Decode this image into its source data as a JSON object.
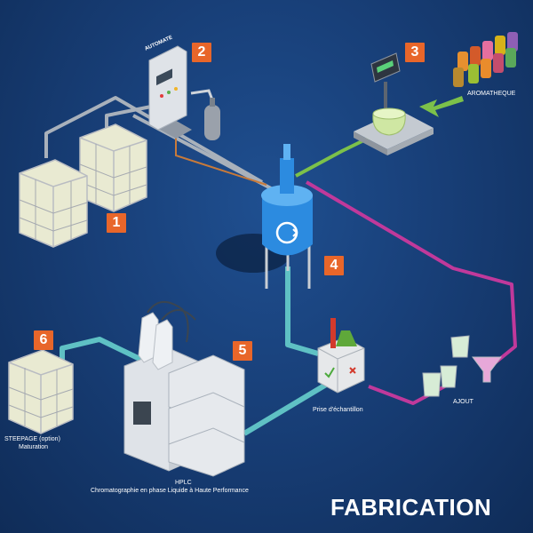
{
  "diagram": {
    "title": "FABRICATION",
    "steps": [
      {
        "number": "1"
      },
      {
        "number": "2",
        "label": "AUTOMATE"
      },
      {
        "number": "3",
        "label": "AROMATHEQUE"
      },
      {
        "number": "4"
      },
      {
        "number": "5",
        "label": "HPLC",
        "sublabel": "Chromatographie en phase Liquide à Haute Performance"
      },
      {
        "number": "6",
        "label": "STEEPAGE (option)",
        "sublabel": "Maturation"
      }
    ],
    "sample_label": "Prise d'échantillon",
    "ajout_label": "AJOUT"
  },
  "colors": {
    "background": "#183f78",
    "badge": "#e8662a",
    "pipe_green": "#7cc14a",
    "pipe_magenta": "#c0399b",
    "pipe_teal": "#5fc1c4",
    "pipe_grey": "#9aa3ad",
    "tank_blue": "#2c8be0"
  }
}
